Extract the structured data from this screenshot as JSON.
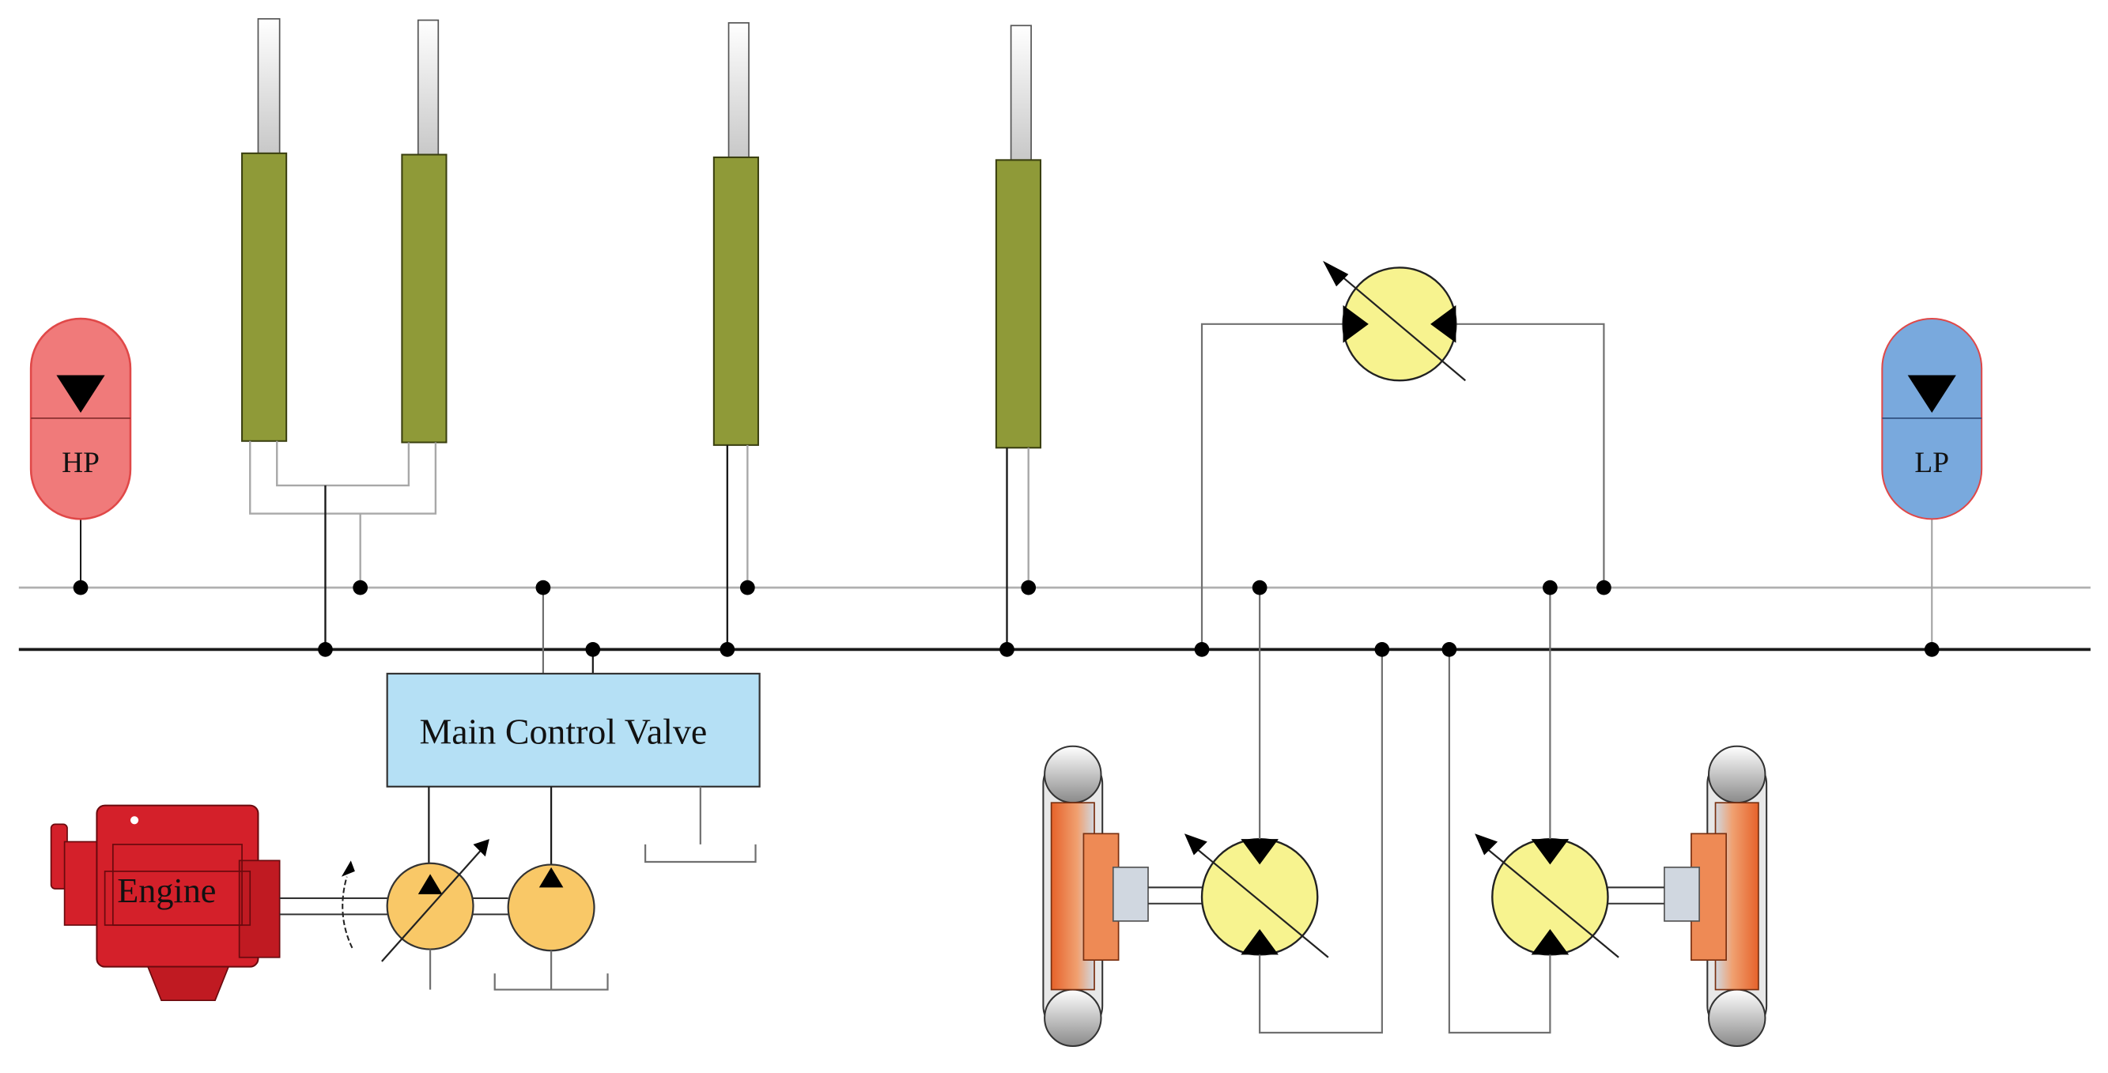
{
  "labels": {
    "hp_accumulator": "HP",
    "lp_accumulator": "LP",
    "main_control_valve": "Main Control Valve",
    "engine": "Engine"
  },
  "colors": {
    "hp_accumulator": "#f07a7a",
    "lp_accumulator": "#79a9dd",
    "cylinder_body": "#8f9a38",
    "cylinder_rod": "#e2e2e2",
    "valve_box": "#b5e0f5",
    "pump": "#f9c867",
    "motor": "#f7f38f",
    "engine": "#d4202a",
    "wheel_hub": "#ee8a55",
    "pipe_dark": "#1a1a1a",
    "pipe_light": "#9a9a9a"
  },
  "icons": {
    "engine": "engine-icon",
    "pumps": [
      "variable-pump-icon",
      "fixed-pump-icon"
    ],
    "motors": [
      "variable-motor-icon",
      "wheel-motor-left-icon",
      "wheel-motor-right-icon"
    ],
    "wheels": [
      "left-wheel-icon",
      "right-wheel-icon"
    ],
    "cylinders": [
      "cylinder-1-icon",
      "cylinder-2-icon",
      "cylinder-3-icon",
      "cylinder-4-icon"
    ],
    "tanks": [
      "valve-tank-icon",
      "pump-tank-icon"
    ]
  }
}
